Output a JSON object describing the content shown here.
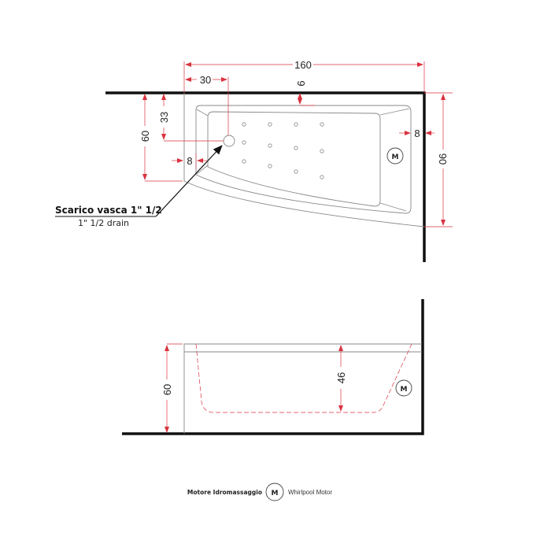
{
  "drawing": {
    "type": "corner whirlpool bathtub technical drawing",
    "colors": {
      "wall": "#111111",
      "outline": "#888888",
      "dimension": "#d9333f",
      "text": "#222222"
    },
    "top_view": {
      "dimensions": {
        "overall_length": "160",
        "drain_offset_x": "30",
        "top_rim": "9",
        "drain_offset_y": "33",
        "left_depth": "60",
        "left_rim": "8",
        "right_rim": "8",
        "overall_depth": "90"
      },
      "drain_label": {
        "italian": "Scarico vasca 1\" 1/2",
        "english": "1\" 1/2  drain"
      },
      "motor_symbol": "M"
    },
    "side_view": {
      "dimensions": {
        "height": "60",
        "inner_depth": "46"
      },
      "motor_symbol": "M"
    },
    "legend": {
      "italian": "Motore Idromassaggio",
      "symbol": "M",
      "english": "Whirlpool Motor"
    }
  }
}
